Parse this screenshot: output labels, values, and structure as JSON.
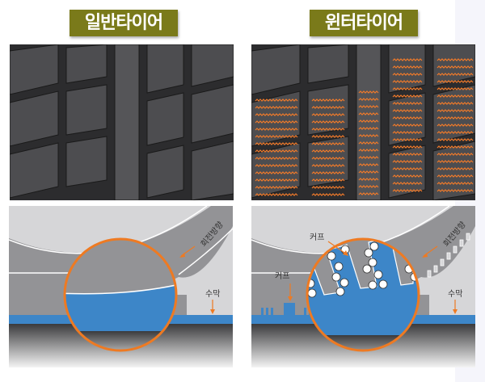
{
  "titles": {
    "regular": "일반타이어",
    "winter": "윈터타이어"
  },
  "labels": {
    "rotation": "회전방향",
    "water_film": "수막",
    "kerf": "커프"
  },
  "colors": {
    "title_bg": "#7a7a1a",
    "water": "#3d86c8",
    "circle": "#ee7a22",
    "tire": "#939396"
  }
}
